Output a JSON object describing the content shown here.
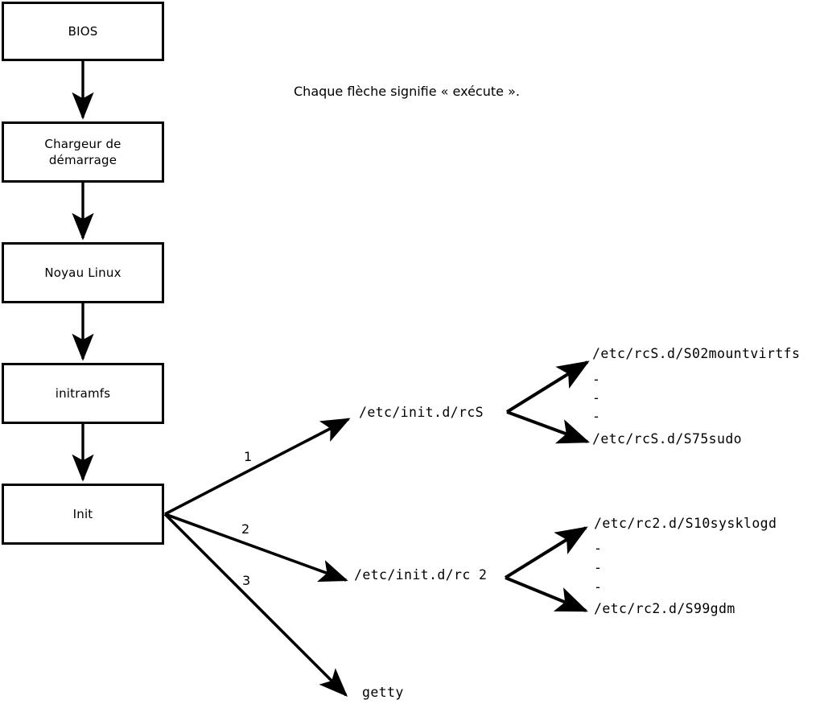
{
  "diagram": {
    "caption": "Chaque flèche signifie « exécute ».",
    "boot_chain": [
      {
        "id": "bios",
        "label": "BIOS"
      },
      {
        "id": "bootloader",
        "label": "Chargeur de\ndémarrage"
      },
      {
        "id": "kernel",
        "label": "Noyau Linux"
      },
      {
        "id": "initramfs",
        "label": "initramfs"
      },
      {
        "id": "init",
        "label": "Init"
      }
    ],
    "bootloader_line1": "Chargeur de",
    "bootloader_line2": "démarrage",
    "init_branches": [
      {
        "number": "1",
        "target": "/etc/init.d/rcS"
      },
      {
        "number": "2",
        "target": "/etc/init.d/rc 2"
      },
      {
        "number": "3",
        "target": "getty"
      }
    ],
    "rcs_scripts": {
      "first": "/etc/rcS.d/S02mountvirtfs",
      "ellipsis": "-",
      "last": "/etc/rcS.d/S75sudo"
    },
    "rc2_scripts": {
      "first": "/etc/rc2.d/S10sysklogd",
      "ellipsis": "-",
      "last": "/etc/rc2.d/S99gdm"
    },
    "colors": {
      "stroke": "#000000",
      "background": "#ffffff",
      "text": "#000000"
    }
  }
}
